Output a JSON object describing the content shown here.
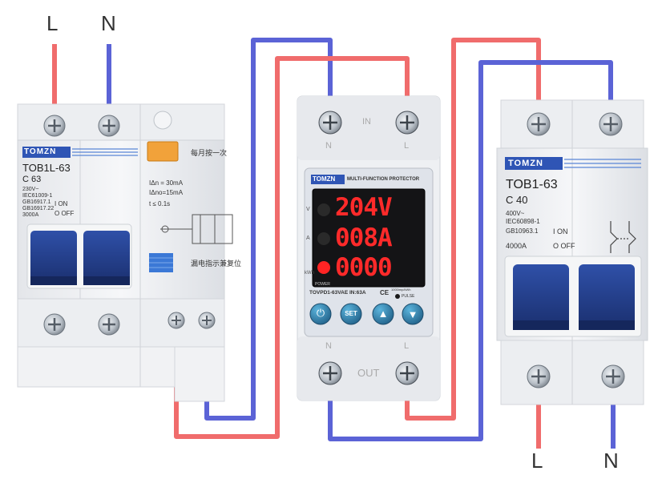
{
  "terminals": {
    "top_left_L": "L",
    "top_left_N": "N",
    "bottom_right_L": "L",
    "bottom_right_N": "N"
  },
  "left_breaker": {
    "brand": "TOMZN",
    "model": "TOB1L-63",
    "rating": "C 63",
    "spec_lines": [
      "230V~",
      "IEC61009-1",
      "GB16917.1",
      "GB16917.22",
      "3000A"
    ],
    "on_label": "I ON",
    "off_label": "O OFF",
    "monthly_test": "每月按一次",
    "idn": "IΔn = 30mA",
    "idno": "IΔno=15mA",
    "trip_time": "t  ≤ 0.1s",
    "leak_reset": "漏电指示兼复位"
  },
  "protector": {
    "brand": "TOMZN",
    "title": "MULTI-FUNCTION PROTECTOR",
    "voltage": "204V",
    "current": "008A",
    "energy": "0000",
    "side_v": "V",
    "side_a": "A",
    "side_kwh": "kWh",
    "power_label": "POWER",
    "model": "TOVPD1-63VAE  IN:63A",
    "ce": "CE",
    "pulse_label": "PULSE",
    "pulse_rate": "1000imp/kWh",
    "in_label": "IN",
    "out_label": "OUT",
    "n_mark": "N",
    "l_mark": "L",
    "btn_power": "⏻",
    "btn_set": "SET",
    "btn_up": "▲",
    "btn_down": "▼"
  },
  "right_breaker": {
    "brand": "TOMZN",
    "model": "TOB1-63",
    "rating": "C 40",
    "spec_lines": [
      "400V~",
      "IEC60898-1",
      "GB10963.1",
      "4000A"
    ],
    "on_label": "I ON",
    "off_label": "O OFF"
  },
  "colors": {
    "live_wire": "#f06c6c",
    "neutral_wire": "#5b63d6",
    "handle_blue": "#233f8e",
    "display_red": "#ff2a2a",
    "button_teal": "#2e7ea8"
  }
}
